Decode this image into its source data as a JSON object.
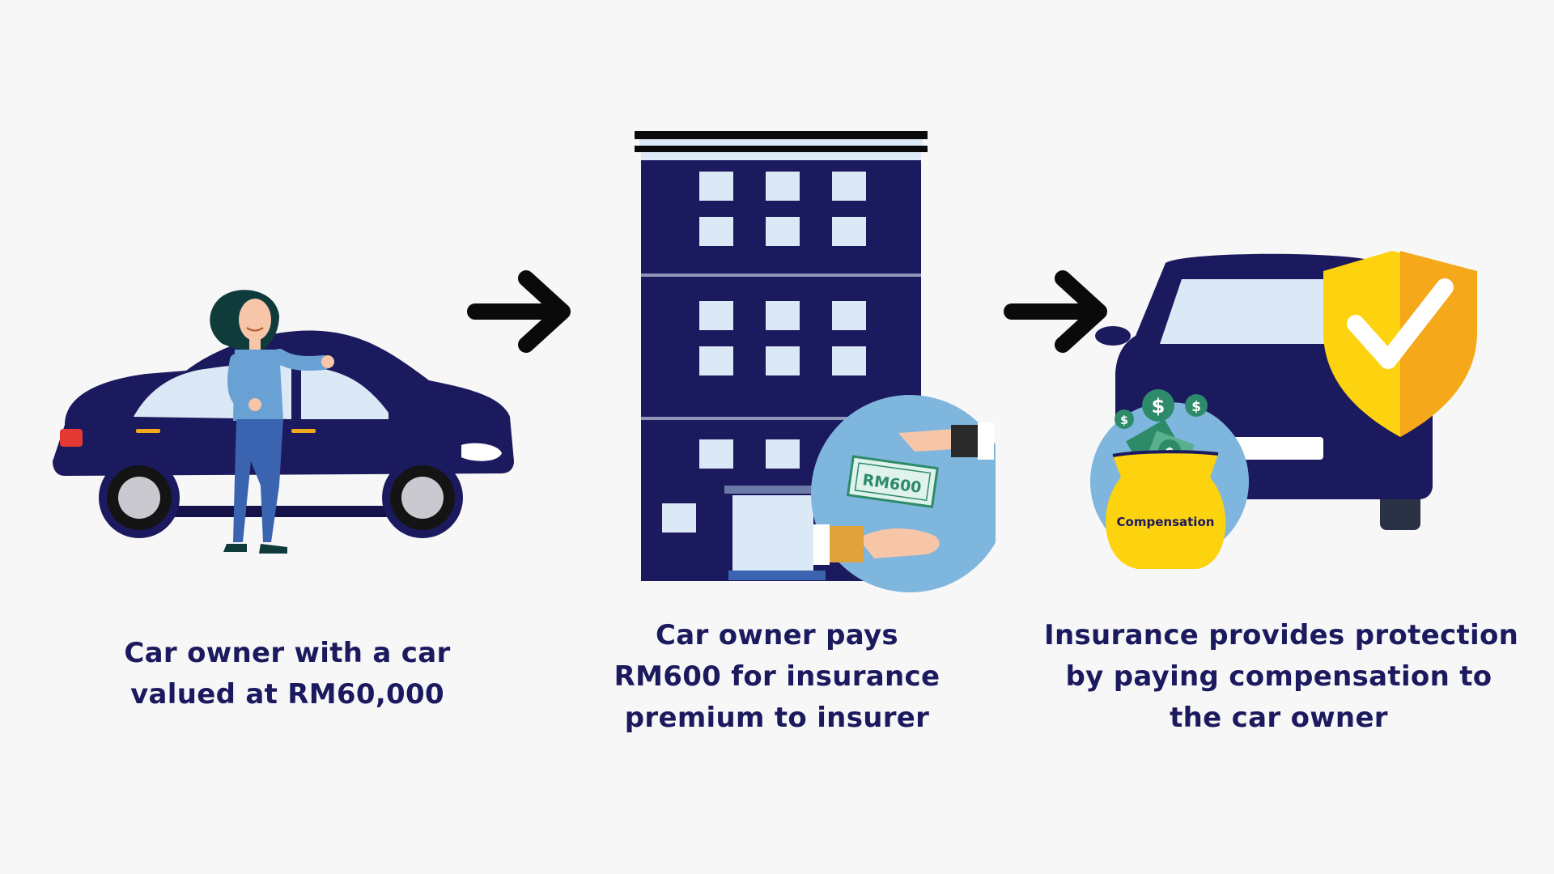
{
  "steps": [
    {
      "caption_lines": [
        "Car owner with a car",
        "valued at RM60,000"
      ]
    },
    {
      "caption_lines": [
        "Car owner pays",
        "RM600 for insurance",
        "premium to insurer"
      ],
      "banknote_label": "RM600"
    },
    {
      "caption_lines": [
        "Insurance provides protection",
        "by paying compensation to",
        "the car owner"
      ],
      "bag_label": "Compensation"
    }
  ],
  "icons": {
    "arrow": "arrow-right-icon",
    "shield": "shield-check-icon",
    "dollar": "dollar-coin-icon"
  },
  "colors": {
    "navy": "#1c1a5e",
    "window": "#dbe8f5",
    "light_blue": "#7fb6de",
    "yellow": "#fdd20e",
    "orange": "#f4a81a",
    "background": "#f7f7f8"
  }
}
